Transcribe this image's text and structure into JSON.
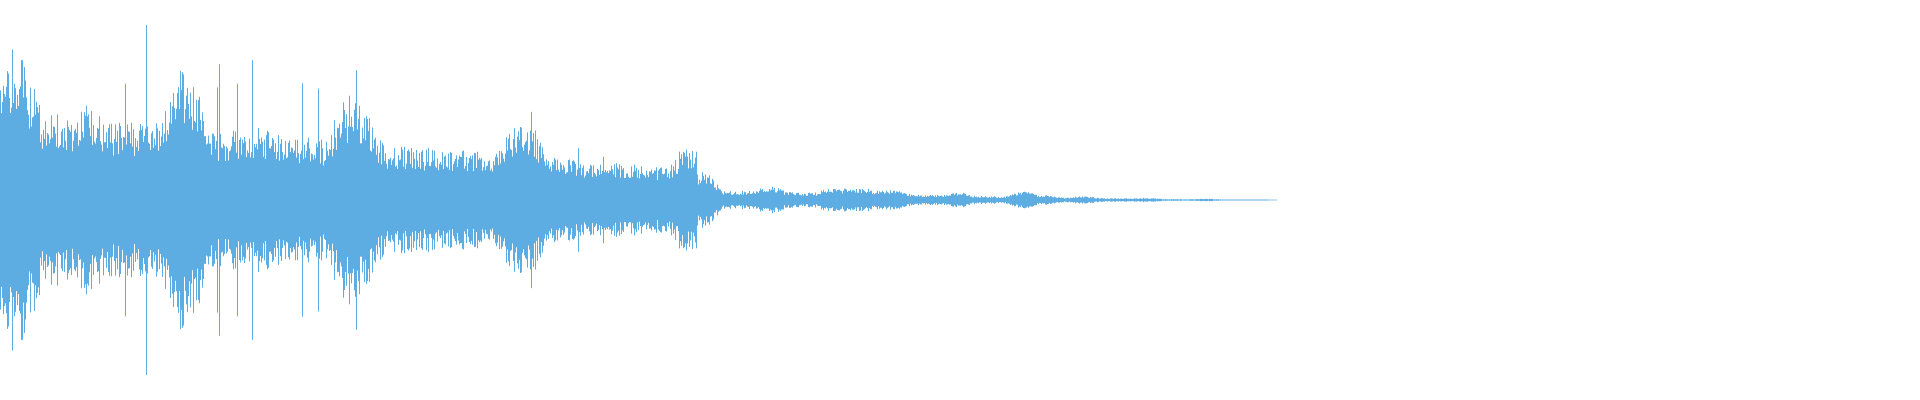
{
  "waveform": {
    "color": "#5DADE2",
    "background": "#FFFFFF",
    "summary": {
      "peak_level_start": 0.98,
      "peak_level_mid": 0.55,
      "tail_fade_end_fraction_of_width": 0.66,
      "style": "transient-heavy decaying audio waveform"
    }
  }
}
